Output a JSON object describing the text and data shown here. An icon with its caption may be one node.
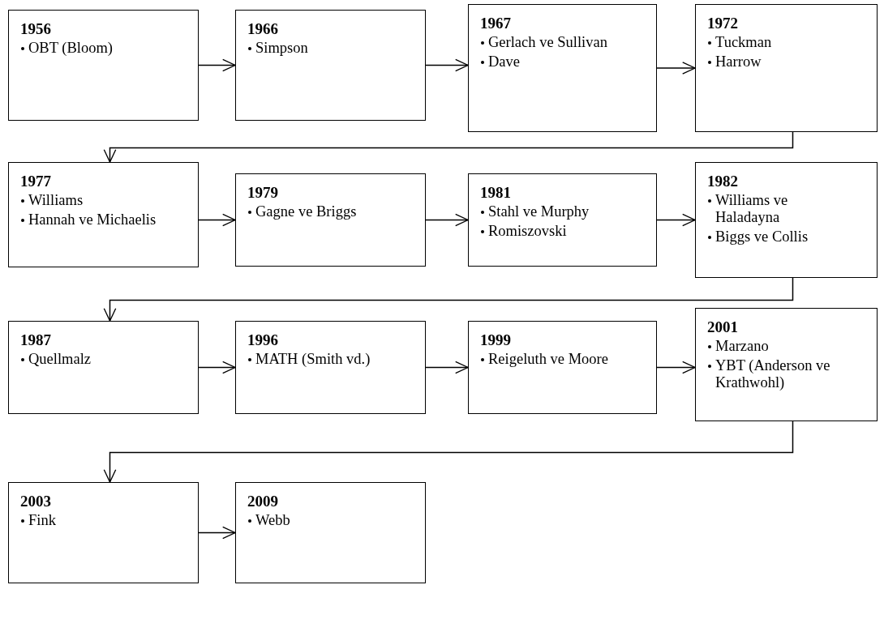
{
  "diagram": {
    "nodes": [
      {
        "text": [
          "1956",
          "OBT (Bloom)"
        ]
      },
      {
        "text": [
          "1966",
          "Simpson"
        ]
      },
      {
        "text": [
          "1967",
          "Gerlach ve Sullivan",
          "Dave"
        ]
      },
      {
        "text": [
          "1972",
          "Tuckman",
          "Harrow"
        ]
      },
      {
        "text": [
          "1977",
          "Williams",
          "Hannah ve Michaelis"
        ]
      },
      {
        "text": [
          "1979",
          "Gagne ve Briggs"
        ]
      },
      {
        "text": [
          "1981",
          "Stahl ve Murphy",
          "Romiszovski"
        ]
      },
      {
        "text": [
          "1982",
          "Williams ve Haladayna",
          "Biggs ve Collis"
        ]
      },
      {
        "text": [
          "1987",
          "Quellmalz"
        ]
      },
      {
        "text": [
          "1996",
          "MATH (Smith vd.)"
        ]
      },
      {
        "text": [
          "1999",
          "Reigeluth ve Moore"
        ]
      },
      {
        "text": [
          "2001",
          "Marzano",
          "YBT (Anderson ve Krathwohl)"
        ]
      },
      {
        "text": [
          "2003",
          "Fink"
        ]
      },
      {
        "text": [
          "2009",
          "Webb"
        ]
      }
    ],
    "edges": [
      {
        "from": 0,
        "to": 1,
        "arrow": "to"
      },
      {
        "from": 1,
        "to": 2,
        "arrow": "to"
      },
      {
        "from": 2,
        "to": 3,
        "arrow": "to"
      },
      {
        "from": 3,
        "to": 4,
        "arrow": "to"
      },
      {
        "from": 4,
        "to": 5,
        "arrow": "to"
      },
      {
        "from": 5,
        "to": 6,
        "arrow": "to"
      },
      {
        "from": 6,
        "to": 7,
        "arrow": "to"
      },
      {
        "from": 7,
        "to": 8,
        "arrow": "to"
      },
      {
        "from": 8,
        "to": 9,
        "arrow": "to"
      },
      {
        "from": 9,
        "to": 10,
        "arrow": "to"
      },
      {
        "from": 10,
        "to": 11,
        "arrow": "to"
      },
      {
        "from": 11,
        "to": 12,
        "arrow": "to"
      },
      {
        "from": 12,
        "to": 13,
        "arrow": "to"
      }
    ]
  }
}
